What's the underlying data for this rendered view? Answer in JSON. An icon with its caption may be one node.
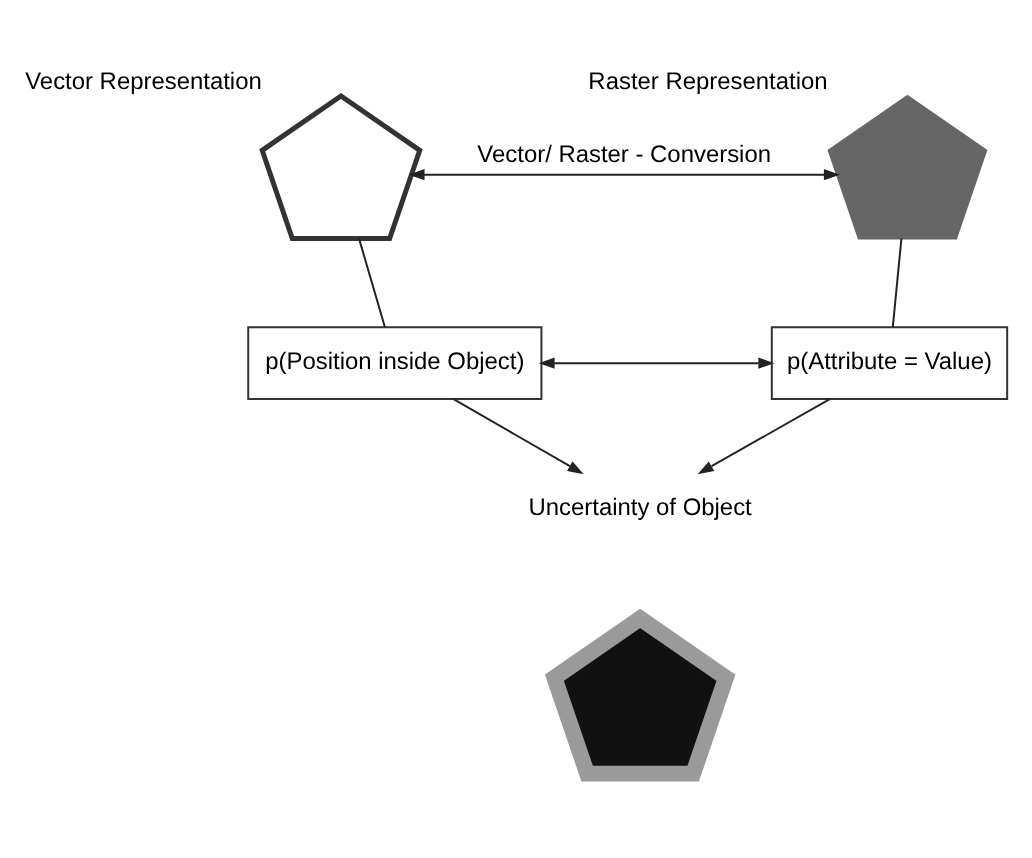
{
  "diagram": {
    "nodes": [
      {
        "text": [
          "Vector Representation"
        ]
      },
      {
        "text": [
          "Raster Representation"
        ]
      },
      {
        "text": [
          "p(Position inside Object)"
        ]
      },
      {
        "text": [
          "p(Attribute = Value)"
        ]
      },
      {
        "text": [
          "Uncertainty of Object"
        ]
      },
      {
        "text": [],
        "shape": "pentagon"
      }
    ],
    "edges": [
      {
        "from": 0,
        "to": 1,
        "arrow": "both",
        "label": "Vector/ Raster - Conversion"
      },
      {
        "from": 0,
        "to": 2,
        "arrow": "none"
      },
      {
        "from": 1,
        "to": 3,
        "arrow": "none"
      },
      {
        "from": 2,
        "to": 3,
        "arrow": "both"
      },
      {
        "from": 2,
        "to": 4,
        "arrow": "to"
      },
      {
        "from": 3,
        "to": 4,
        "arrow": "to"
      }
    ]
  }
}
